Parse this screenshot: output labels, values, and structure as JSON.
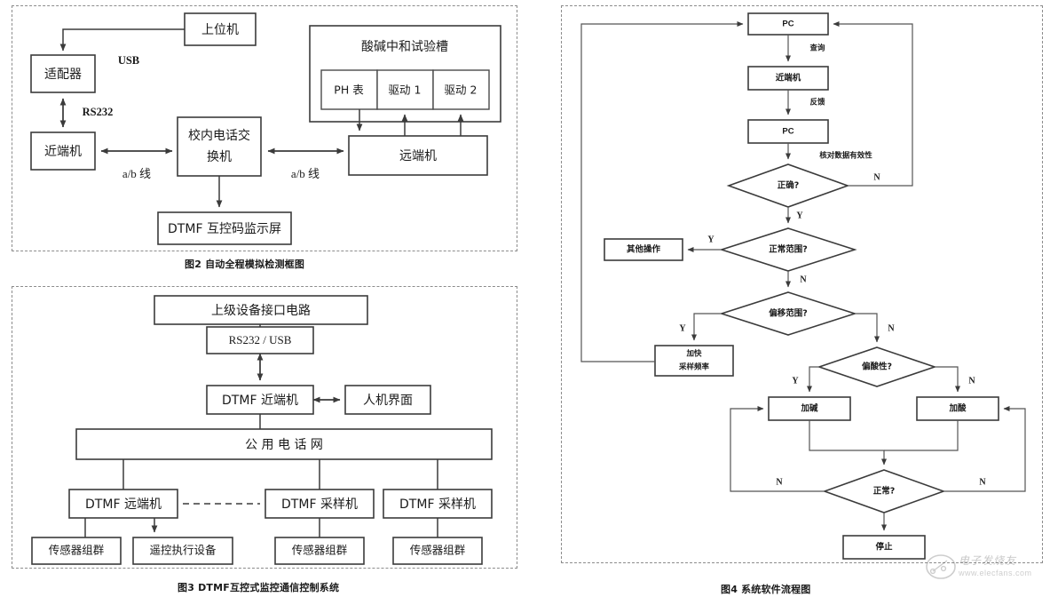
{
  "figure2": {
    "caption": "图2  自动全程模拟检测框图",
    "boxes": {
      "host": "上位机",
      "adapter": "适配器",
      "near_end": "近端机",
      "switch_line1": "校内电话交",
      "switch_line2": "换机",
      "dtmf_monitor": "DTMF 互控码监示屏",
      "tank_title": "酸碱中和试验槽",
      "ph_meter": "PH 表",
      "drive1": "驱动 1",
      "drive2": "驱动 2",
      "far_end": "远端机"
    },
    "link_labels": {
      "usb": "USB",
      "rs232": "RS232",
      "ab_left": "a/b 线",
      "ab_right": "a/b 线"
    }
  },
  "figure3": {
    "caption": "图3 DTMF互控式监控通信控制系统",
    "boxes": {
      "upper_device": "上级设备接口电路",
      "rs232_usb": "RS232 / USB",
      "dtmf_near": "DTMF 近端机",
      "hmi": "人机界面",
      "pstn": "公 用 电 话 网",
      "dtmf_far": "DTMF 远端机",
      "dtmf_sampler1": "DTMF 采样机",
      "dtmf_sampler2": "DTMF 采样机",
      "sensors1": "传感器组群",
      "remote_exec": "遥控执行设备",
      "sensors2": "传感器组群",
      "sensors3": "传感器组群"
    }
  },
  "figure4": {
    "caption": "图4  系统软件流程图",
    "nodes": {
      "pc_top": "PC",
      "near_end": "近端机",
      "pc_second": "PC",
      "correct": "正确?",
      "normal_range": "正常范围?",
      "other_op": "其他操作",
      "offset_range": "偏移范围?",
      "faster_line1": "加快",
      "faster_line2": "采样频率",
      "acidic": "偏酸性?",
      "add_alkali": "加碱",
      "add_acid": "加酸",
      "normal": "正常?",
      "stop": "停止"
    },
    "edge_labels": {
      "query": "查询",
      "feedback": "反馈",
      "verify_data": "核对数据有效性",
      "correct_n": "N",
      "correct_y": "Y",
      "normal_range_y": "Y",
      "normal_range_n": "N",
      "offset_y": "Y",
      "offset_n": "N",
      "acidic_y": "Y",
      "acidic_n": "N",
      "normal_n_left": "N",
      "normal_n_right": "N"
    }
  },
  "watermark": {
    "brand": "电子发烧友",
    "url": "www.elecfans.com"
  }
}
